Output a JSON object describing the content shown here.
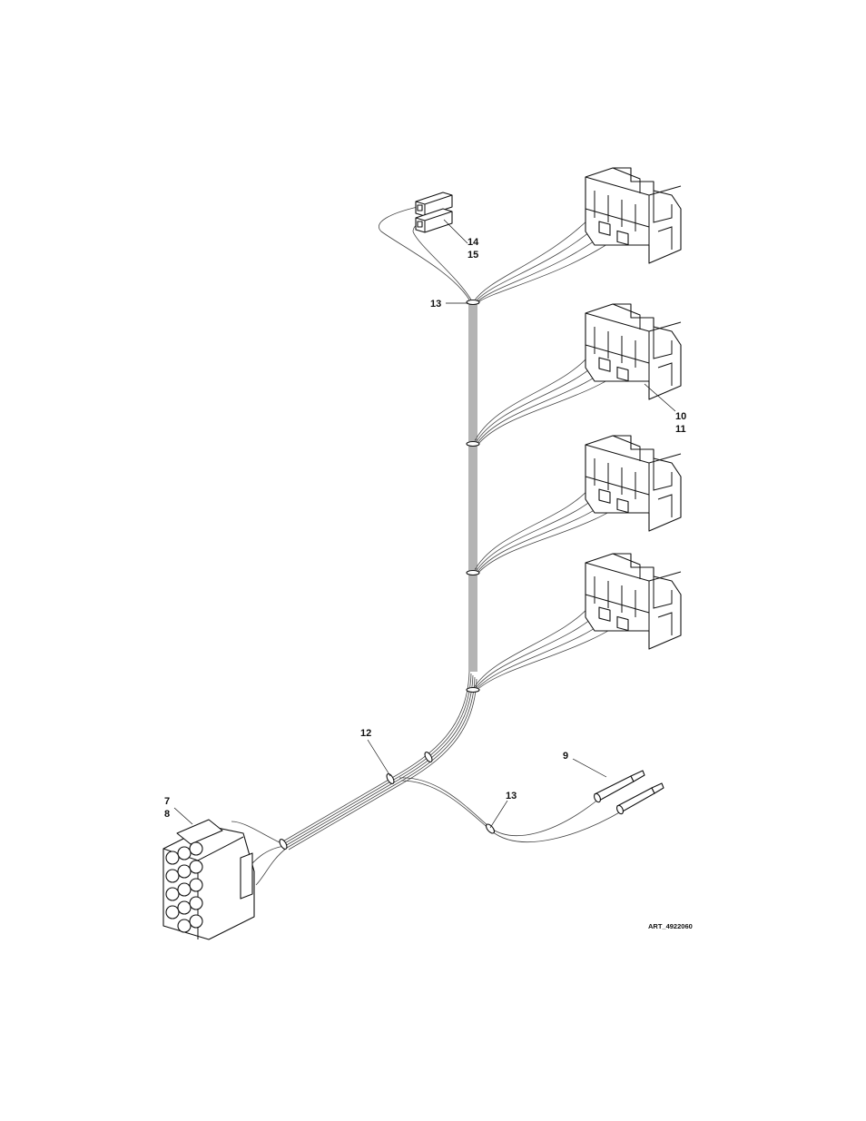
{
  "callouts": {
    "c14": "14",
    "c15": "15",
    "c13_top": "13",
    "c10": "10",
    "c11": "11",
    "c12": "12",
    "c9": "9",
    "c7": "7",
    "c8": "8",
    "c13_bottom": "13"
  },
  "art_id": "ART_4922060"
}
